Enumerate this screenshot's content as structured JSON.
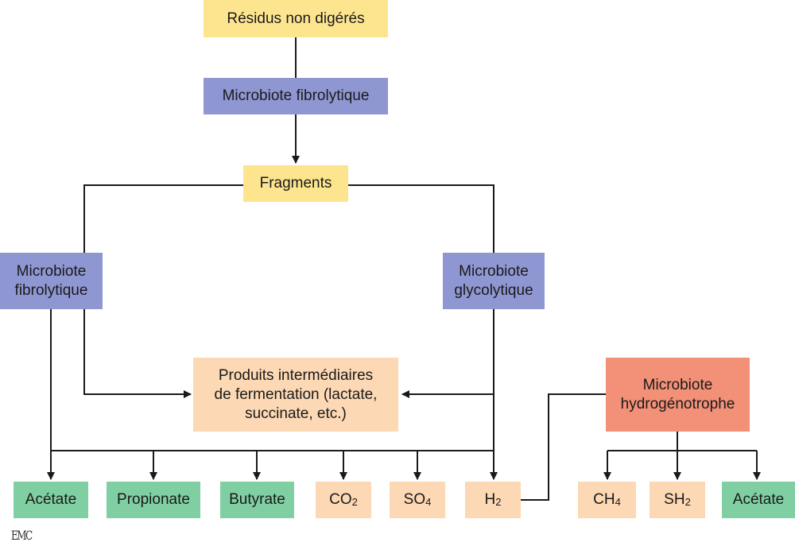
{
  "colors": {
    "yellow": "#fde58f",
    "blue": "#8f97d3",
    "peach": "#fcd8b4",
    "green": "#7fcfa2",
    "salmon": "#f39078",
    "connector": "#1a1a1a"
  },
  "nodes": {
    "residus": "Résidus non digérés",
    "microbiote_fibro_top": "Microbiote fibrolytique",
    "fragments": "Fragments",
    "microbiote_fibro_left": {
      "line1": "Microbiote",
      "line2": "fibrolytique"
    },
    "microbiote_glyco": {
      "line1": "Microbiote",
      "line2": "glycolytique"
    },
    "produits": {
      "line1": "Produits intermédiaires",
      "line2": "de fermentation (lactate,",
      "line3": "succinate, etc.)"
    },
    "microbiote_hydro": {
      "line1": "Microbiote",
      "line2": "hydrogénotrophe"
    },
    "products": {
      "acetate1": "Acétate",
      "propionate": "Propionate",
      "butyrate": "Butyrate",
      "co2": {
        "base": "CO",
        "sub": "2"
      },
      "so4": {
        "base": "SO",
        "sub": "4"
      },
      "h2": {
        "base": "H",
        "sub": "2"
      },
      "ch4": {
        "base": "CH",
        "sub": "4"
      },
      "sh2": {
        "base": "SH",
        "sub": "2"
      },
      "acetate2": "Acétate"
    }
  },
  "logo": "EMC"
}
